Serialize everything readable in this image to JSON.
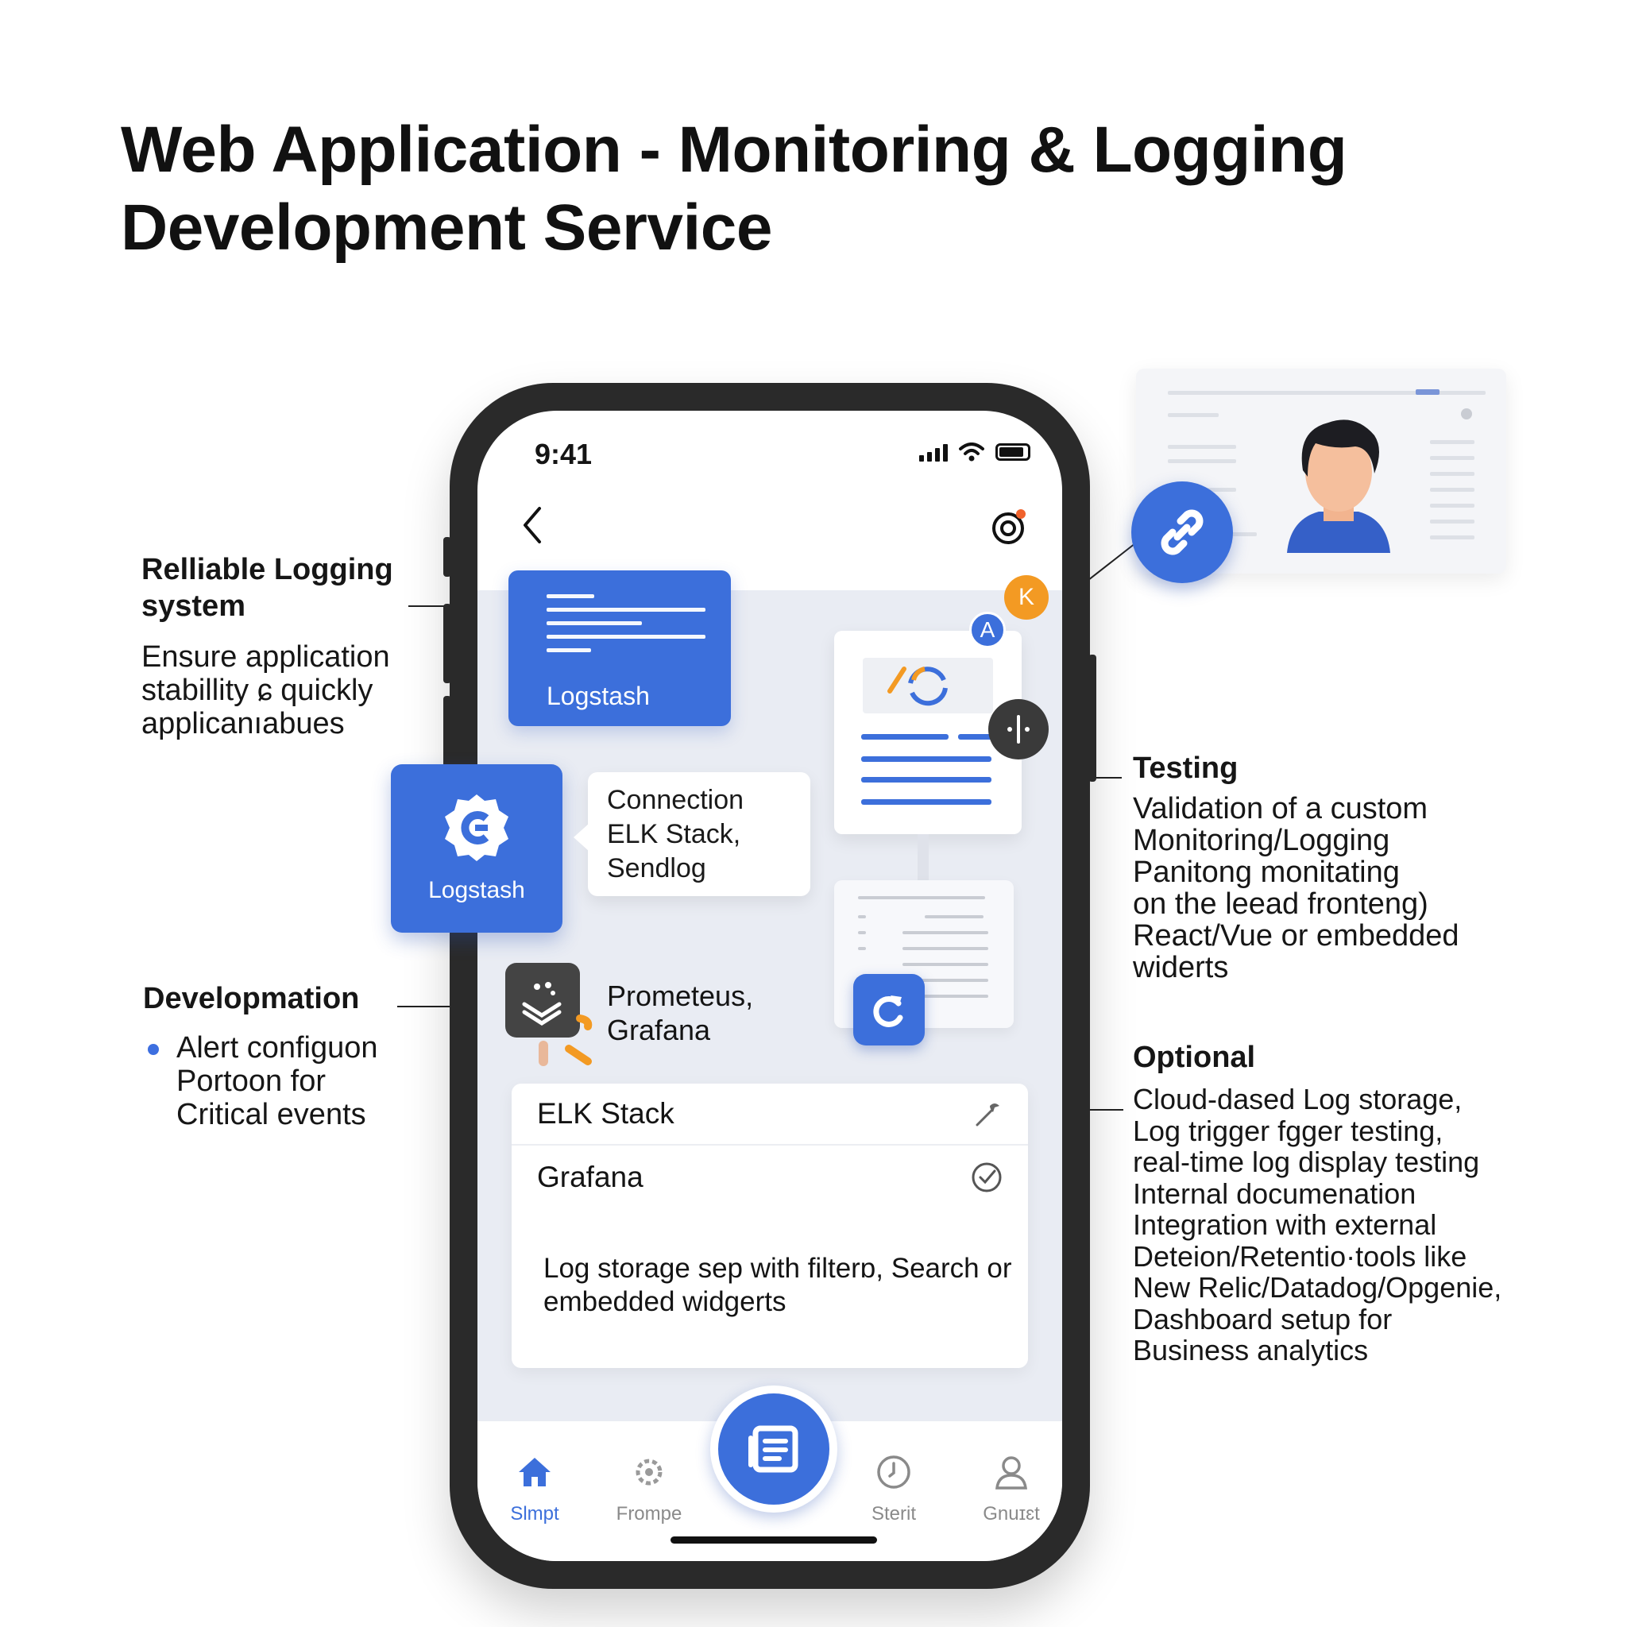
{
  "page": {
    "title_line1": "Web Application - Monitoring & Logging",
    "title_line2": "Development Service"
  },
  "annotations": {
    "reliable": {
      "heading_line1": "Relliable Logging",
      "heading_line2": "system",
      "body": [
        "Ensure application",
        "stabillity ɕ quickly",
        "applicanıabues"
      ]
    },
    "development": {
      "heading": "Developmation",
      "bullet": [
        "Alert configuon",
        "Portoon for",
        "Critical events"
      ]
    },
    "testing": {
      "heading": "Testing",
      "body": [
        "Validation of a custom",
        "Monitoring/Logging",
        "Panitong monitating",
        "on the leead fronteng)",
        "React/Vue or embedded",
        "widerts"
      ]
    },
    "optional": {
      "heading": "Optional",
      "body": [
        "Cloud-dased Log storage,",
        "Log trigger fgger testing,",
        "real-time log display testing",
        "Internal documenation",
        "Integration with external",
        "Deteion/Retentio·tools like",
        "New Relic/Datadog/Opgenie,",
        "Dashboard setup for",
        "Business analytics"
      ]
    }
  },
  "phone": {
    "status_time": "9:41",
    "logs_card_label": "Logstash",
    "logstash_card_label": "Logstash",
    "bubble": [
      "Connection",
      "ELK Stack,",
      "Sendlog"
    ],
    "badge_k": "K",
    "badge_a": "A",
    "prometheus": [
      "Prometeus,",
      "Grafana"
    ],
    "list": {
      "row1": "ELK Stack",
      "row2": "Grafana",
      "desc": "Log storage sep with filterɒ, Search or embedded widgerts"
    },
    "tabs": [
      {
        "label": "Slmpt",
        "icon": "home-icon",
        "active": true
      },
      {
        "label": "Frompe",
        "icon": "gear-cluster-icon",
        "active": false
      },
      {
        "label": "Sterit",
        "icon": "clock-icon",
        "active": false
      },
      {
        "label": "Gnuɪɛt",
        "icon": "user-icon",
        "active": false
      }
    ]
  },
  "colors": {
    "accent": "#3c6fdb",
    "orange": "#f39a23",
    "text": "#141414"
  }
}
